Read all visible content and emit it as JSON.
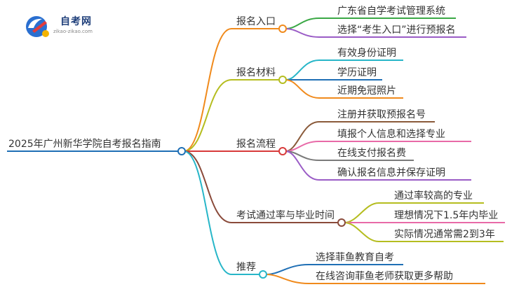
{
  "logo": {
    "name": "自考网",
    "url": "zikao-zikao.com"
  },
  "root": {
    "label": "2025年广州新华学院自考报名指南",
    "color": "#1f6fb5"
  },
  "branches": [
    {
      "label": "报名入口",
      "color": "#f08a1c",
      "leaves": [
        {
          "label": "广东省自学考试管理系统",
          "color": "#3aa845"
        },
        {
          "label": "选择“考生入口”进行预报名",
          "color": "#9a5cc6"
        }
      ]
    },
    {
      "label": "报名材料",
      "color": "#b5bd1f",
      "leaves": [
        {
          "label": "有效身份证明",
          "color": "#27b6c8"
        },
        {
          "label": "学历证明",
          "color": "#1f6fb5"
        },
        {
          "label": "近期免冠照片",
          "color": "#f08a1c"
        }
      ]
    },
    {
      "label": "报名流程",
      "color": "#d83a3a",
      "leaves": [
        {
          "label": "注册并获取预报名号",
          "color": "#8a5a3a"
        },
        {
          "label": "填报个人信息和选择专业",
          "color": "#e86aa8"
        },
        {
          "label": "在线支付报名费",
          "color": "#7a7a7a"
        },
        {
          "label": "确认报名信息并保存证明",
          "color": "#9a5cc6"
        }
      ]
    },
    {
      "label": "考试通过率与毕业时间",
      "color": "#8a4a3a",
      "leaves": [
        {
          "label": "通过率较高的专业",
          "color": "#b5bd1f"
        },
        {
          "label": "理想情况下1.5年内毕业",
          "color": "#e86aa8"
        },
        {
          "label": "实际情况通常需2到3年",
          "color": "#b5bd1f"
        }
      ]
    },
    {
      "label": "推荐",
      "color": "#27b6c8",
      "leaves": [
        {
          "label": "选择菲鱼教育自考",
          "color": "#1f6fb5"
        },
        {
          "label": "在线咨询菲鱼老师获取更多帮助",
          "color": "#f08a1c"
        }
      ]
    }
  ]
}
